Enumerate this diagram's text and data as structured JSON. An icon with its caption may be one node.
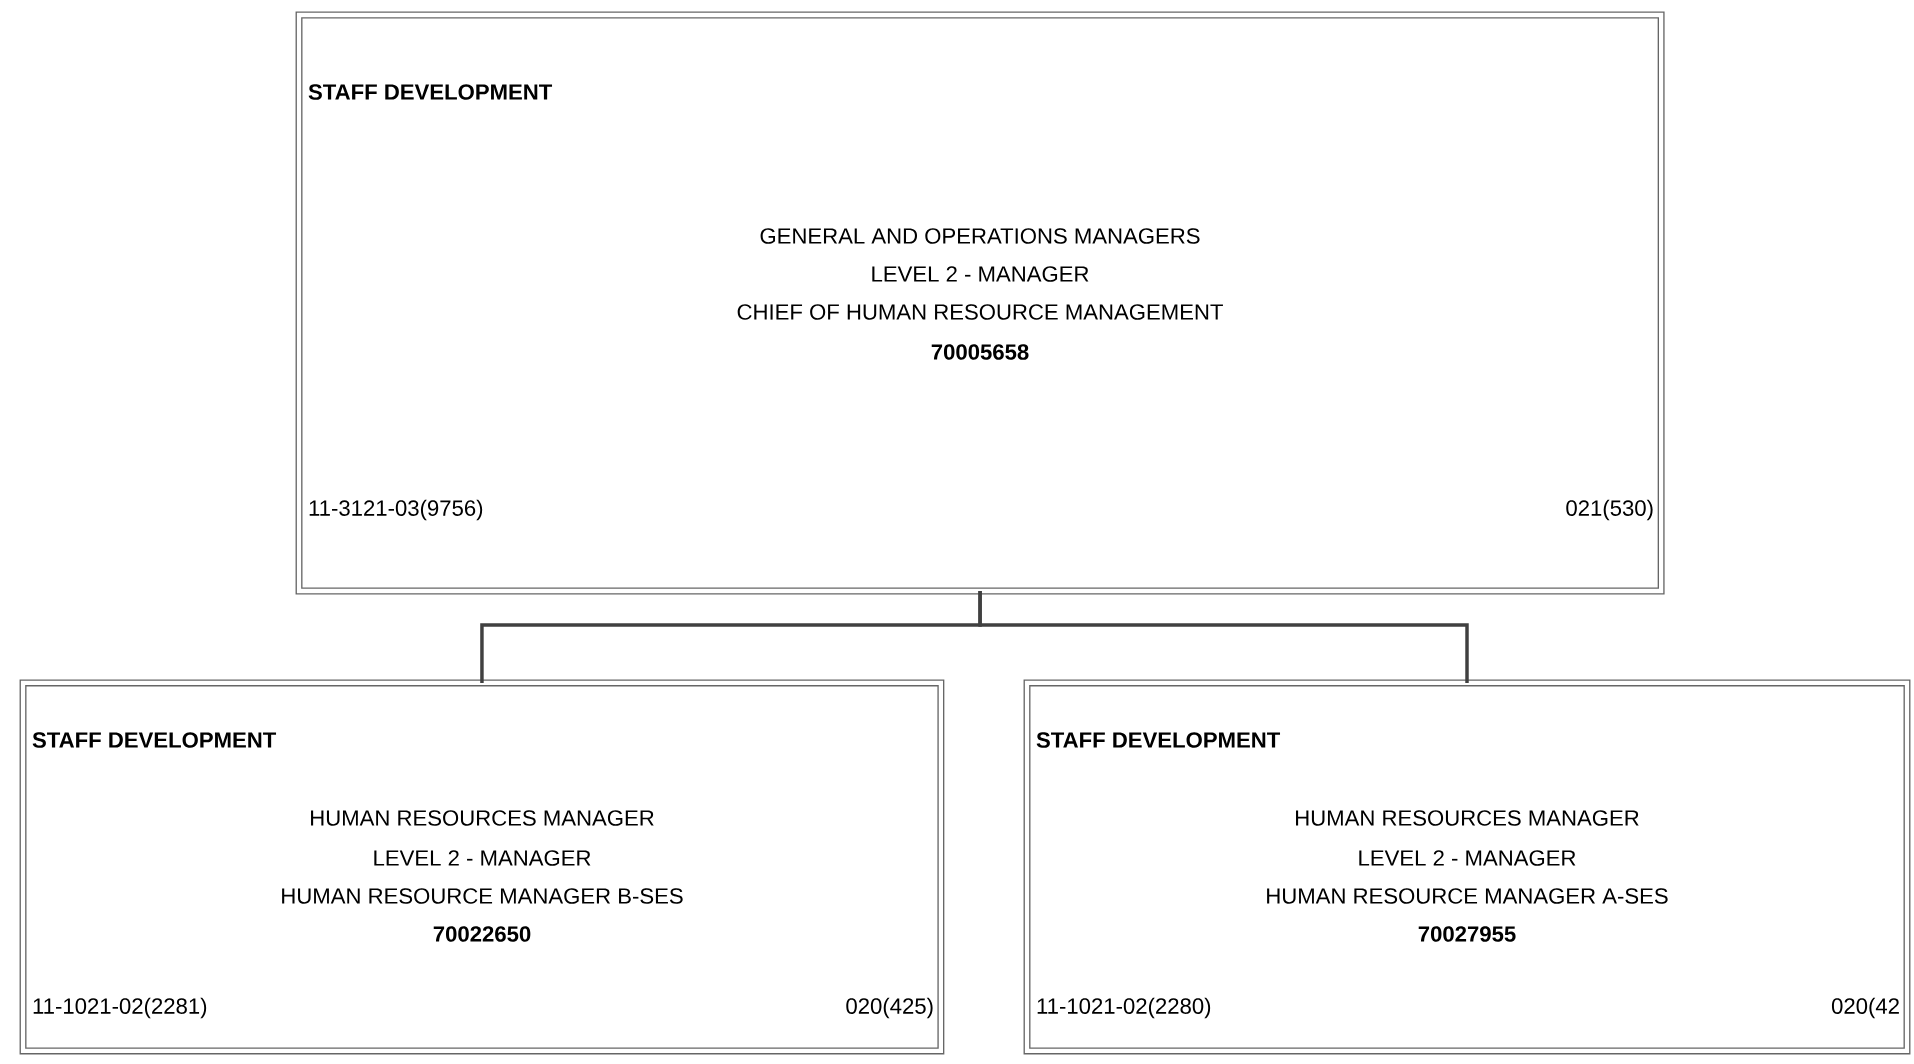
{
  "diagram": {
    "nodes": [
      {
        "text": [
          "STAFF DEVELOPMENT",
          "GENERAL AND OPERATIONS MANAGERS",
          "LEVEL 2 - MANAGER",
          "CHIEF OF HUMAN RESOURCE MANAGEMENT",
          "70005658",
          "11-3121-03(9756)",
          "021(530)"
        ]
      },
      {
        "text": [
          "STAFF DEVELOPMENT",
          "HUMAN RESOURCES MANAGER",
          "LEVEL 2 - MANAGER",
          "HUMAN RESOURCE MANAGER B-SES",
          "70022650",
          "11-1021-02(2281)",
          "020(425)"
        ]
      },
      {
        "text": [
          "STAFF DEVELOPMENT",
          "HUMAN RESOURCES MANAGER",
          "LEVEL 2 - MANAGER",
          "HUMAN RESOURCE MANAGER A-SES",
          "70027955",
          "11-1021-02(2280)",
          "020(42"
        ]
      }
    ],
    "edges": [
      {
        "from": 0,
        "to": 1,
        "arrow": "none"
      },
      {
        "from": 0,
        "to": 2,
        "arrow": "none"
      }
    ]
  }
}
